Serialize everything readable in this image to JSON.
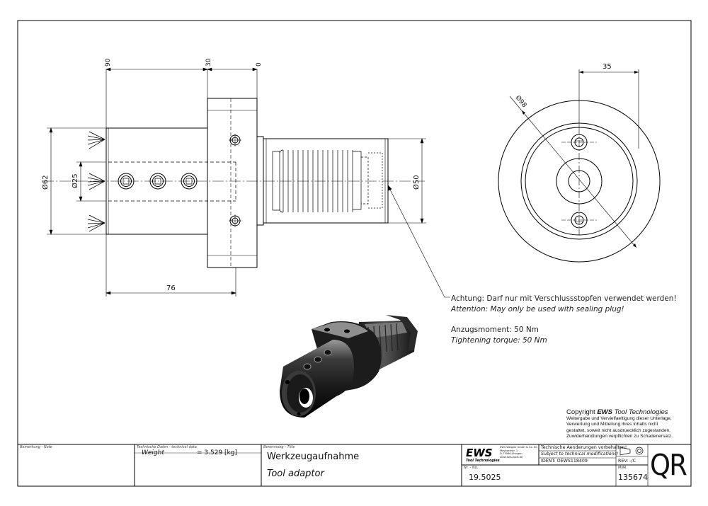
{
  "dimensions": {
    "d90": "90",
    "d30": "30",
    "d0": "0",
    "phi62": "Ø62",
    "phi25": "Ø25",
    "phi50": "Ø50",
    "d76": "76",
    "d35": "35",
    "phi98": "Ø98"
  },
  "notes": {
    "warning_de": "Achtung: Darf nur mit Verschlussstopfen verwendet werden!",
    "warning_en": "Attention: May only be used with sealing plug!",
    "torque_de": "Anzugsmoment: 50 Nm",
    "torque_en": "Tightening torque: 50 Nm"
  },
  "copyright": {
    "title_prefix": "Copyright ",
    "brand": "EWS",
    "title_suffix": " Tool Technologies",
    "lines": [
      "Weitergabe und Vervielfaeltigung dieser Unterlage,",
      "Verwertung und Mitteilung ihres Inhalts nicht",
      "gestattet, soweit nicht ausdruecklich zugestanden.",
      "Zuwiderhandlungen verpflichten zu Schadenersatz."
    ]
  },
  "title_block": {
    "remark_label": "Bemerkung - Note",
    "techdata_label": "Technische Daten - technical data",
    "weight_label": "Weight",
    "weight_value": "=   3.529 [kg]",
    "designation_label": "Benennung - Title",
    "title_de": "Werkzeugaufnahme",
    "title_en": "Tool adaptor",
    "logo": "EWS",
    "logo_sub": "Tool Technologies",
    "company_lines": [
      "EWS Weigele GmbH & Co. KG",
      "Maybachstr. 1",
      "D-73066 Uhingen",
      "www.ews-tools.de"
    ],
    "changes_de": "Technische Aenderungen vorbehalten!",
    "changes_en": "Subject to technical modifications!",
    "ident": "IDENT:  OEWS118409",
    "rev": "REV:  -/C",
    "nr_label": "Nr. - No.",
    "nr_value": "19.5025",
    "mnr_label": "MNR.",
    "mnr_value": "135674",
    "qr": "QR"
  }
}
